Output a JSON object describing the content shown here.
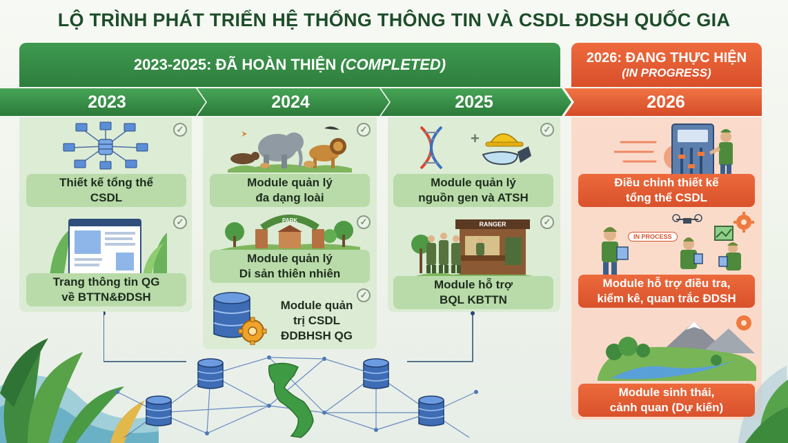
{
  "title": "LỘ TRÌNH PHÁT TRIỂN HỆ THỐNG THÔNG TIN VÀ CSDL ĐDSH QUỐC GIA",
  "phases": {
    "completed": {
      "label": "2023-2025: ĐÃ HOÀN THIỆN",
      "english": "(COMPLETED)"
    },
    "in_progress": {
      "label": "2026: ĐANG THỰC HIỆN",
      "english": "(IN PROGRESS)"
    }
  },
  "years": [
    "2023",
    "2024",
    "2025",
    "2026"
  ],
  "modules": {
    "y2023": [
      {
        "line1": "Thiết kế tổng thể",
        "line2": "CSDL"
      },
      {
        "line1": "Trang thông tin QG",
        "line2": "về BTTN&ĐDSH"
      }
    ],
    "y2024": [
      {
        "line1": "Module quản lý",
        "line2": "đa dạng loài"
      },
      {
        "line1": "Module quản lý",
        "line2": "Di sản thiên nhiên"
      },
      {
        "line1": "Module quản",
        "line2": "trị CSDL",
        "line3": "ĐDBHSH QG"
      }
    ],
    "y2025": [
      {
        "line1": "Module quản lý",
        "line2": "nguồn gen và ATSH"
      },
      {
        "line1": "Module hỗ trợ",
        "line2": "BQL KBTTN"
      }
    ],
    "y2026": [
      {
        "line1": "Điều chỉnh thiết kế",
        "line2": "tổng thể CSDL"
      },
      {
        "line1": "Module hỗ trợ điều tra,",
        "line2": "kiểm kê, quan trắc ĐDSH"
      },
      {
        "line1": "Module sinh thái,",
        "line2": "cảnh quan (Dự kiến)"
      }
    ]
  },
  "signs": {
    "park": "PARK",
    "ranger": "RANGER",
    "in_progress_badge": "IN PROCESS"
  },
  "colors": {
    "completed_green": "#2e7e3d",
    "in_progress_orange": "#d94f2a",
    "label_green": "#b9dba9"
  },
  "icons": [
    "network-icon",
    "webpage-icon",
    "animals-icon",
    "heritage-park-icon",
    "database-gear-icon",
    "dna-icon",
    "safety-gear-icon",
    "ranger-station-icon",
    "control-panel-icon",
    "field-survey-icon",
    "landscape-icon",
    "vietnam-map-icon",
    "check-icon",
    "gear-icon"
  ]
}
